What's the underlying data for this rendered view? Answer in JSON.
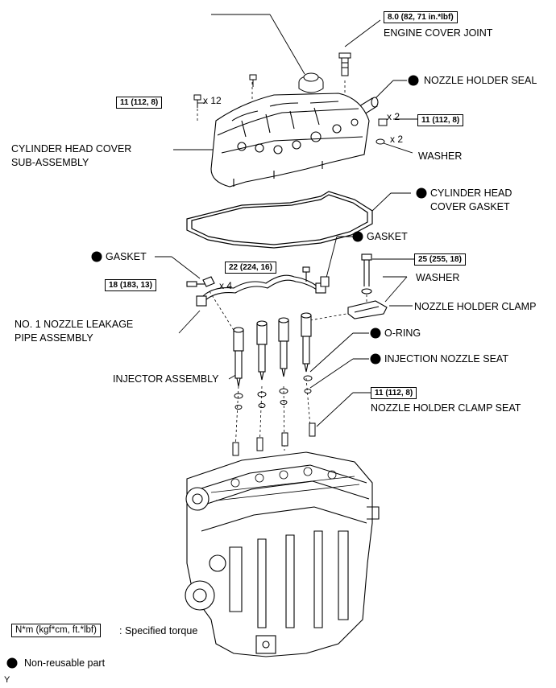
{
  "parts": {
    "engine_cover_joint": "ENGINE COVER JOINT",
    "nozzle_holder_seal": "NOZZLE HOLDER SEAL",
    "cylinder_head_cover_1": "CYLINDER HEAD COVER",
    "cylinder_head_cover_2": "SUB-ASSEMBLY",
    "washer_top": "WASHER",
    "cover_gasket_1": "CYLINDER HEAD",
    "cover_gasket_2": "COVER GASKET",
    "gasket_left": "GASKET",
    "gasket_right": "GASKET",
    "washer_clamp": "WASHER",
    "nozzle_holder_clamp": "NOZZLE HOLDER CLAMP",
    "leakage_pipe_1": "NO. 1 NOZZLE LEAKAGE",
    "leakage_pipe_2": "PIPE ASSEMBLY",
    "o_ring": "O-RING",
    "injection_nozzle_seat": "INJECTION NOZZLE SEAT",
    "injector_assembly": "INJECTOR ASSEMBLY",
    "nozzle_holder_clamp_seat": "NOZZLE HOLDER CLAMP SEAT"
  },
  "torques": {
    "engine_cover_joint": "8.0 (82, 71 in.*lbf)",
    "cover_bolts": "11 (112, 8)",
    "cover_nuts": "11 (112, 8)",
    "pipe_bolt_mid": "22 (224, 16)",
    "clamp_bolt": "25 (255, 18)",
    "pipe_bolt_left": "18 (183, 13)",
    "clamp_seat": "11 (112, 8)"
  },
  "quantities": {
    "cover_bolts": "x 12",
    "cover_nuts": "x 2",
    "washers": "x 2",
    "pipe_bolts": "x 4"
  },
  "legend": {
    "torque_key": "N*m (kgf*cm, ft.*lbf)",
    "torque_desc": ": Specified torque",
    "nonreusable": "Non-reusable part"
  },
  "footer_mark": "Y"
}
